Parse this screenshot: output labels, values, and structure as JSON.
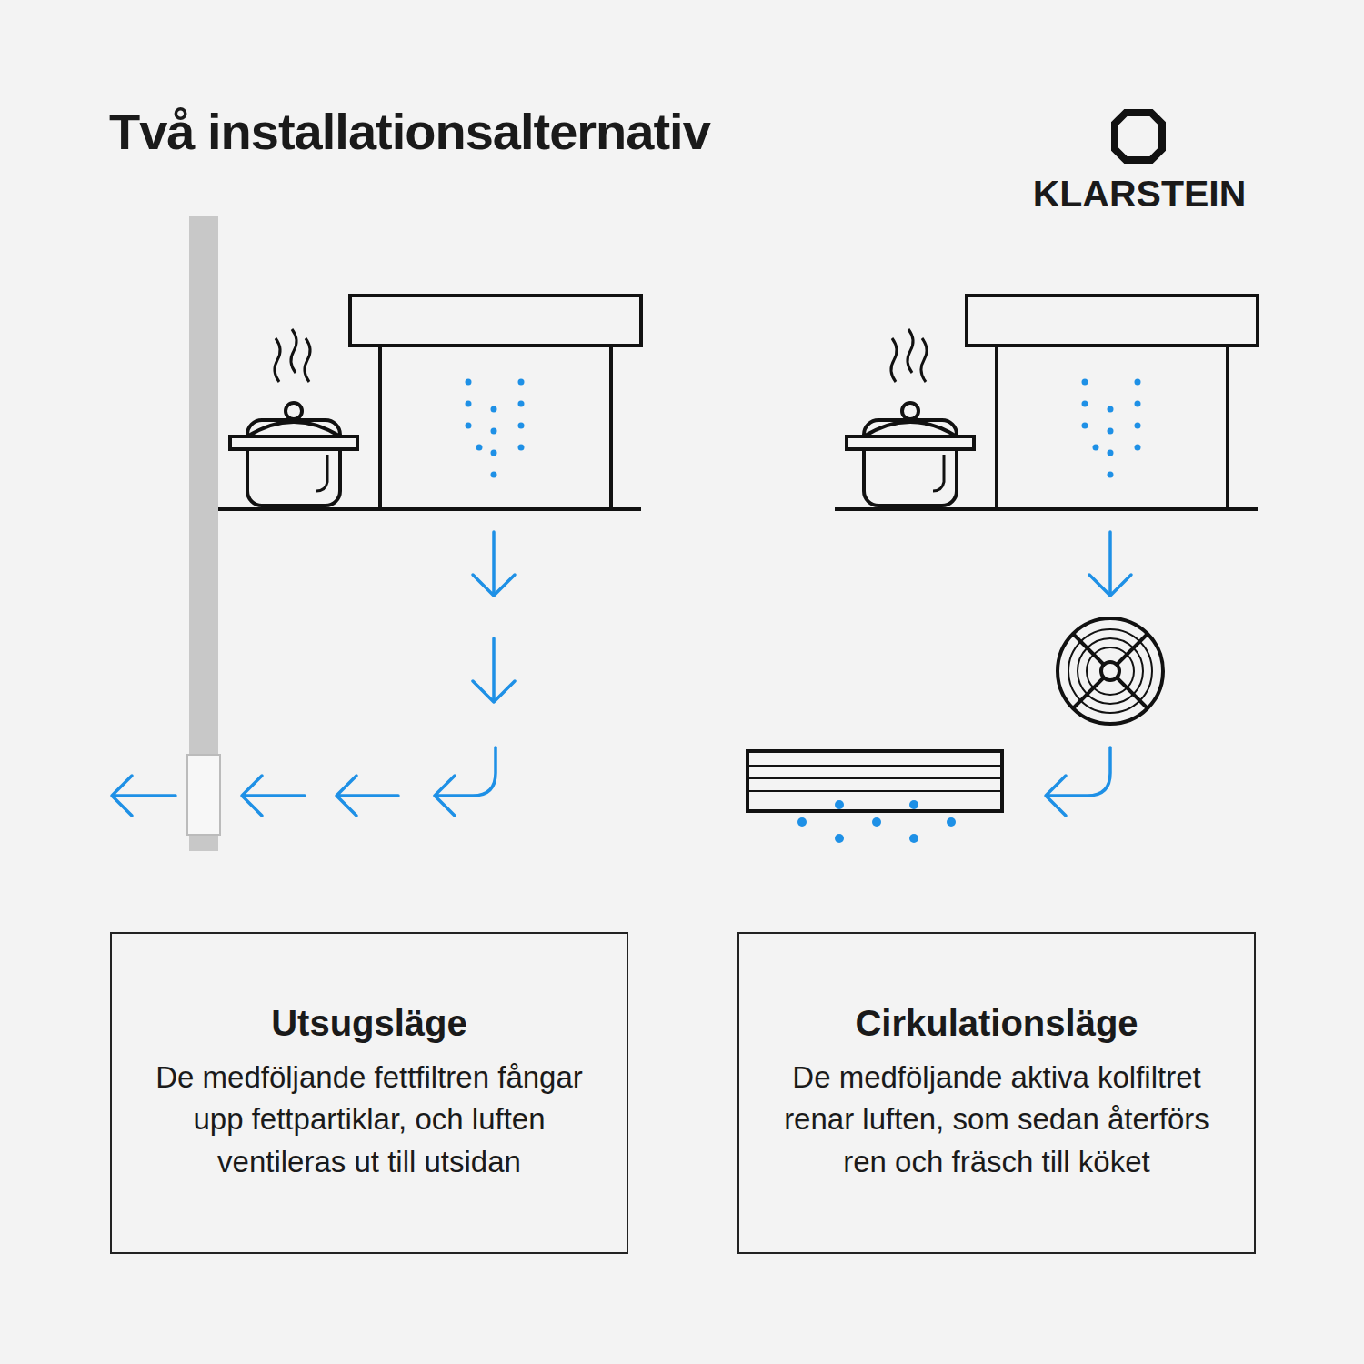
{
  "diagram": {
    "title": "Två installationsalternativ",
    "nodes": [
      {
        "text": [
          "Utsugsläge",
          "De medföljande fettfiltren fångar upp fettpartiklar, och luften ventileras ut till utsidan"
        ]
      },
      {
        "text": [
          "Cirkulationsläge",
          "De medföljande aktiva kolfiltret renar luften, som sedan återförs ren och fräsch till köket"
        ]
      }
    ],
    "edges": [],
    "labels": [
      "KLARSTEIN"
    ]
  }
}
